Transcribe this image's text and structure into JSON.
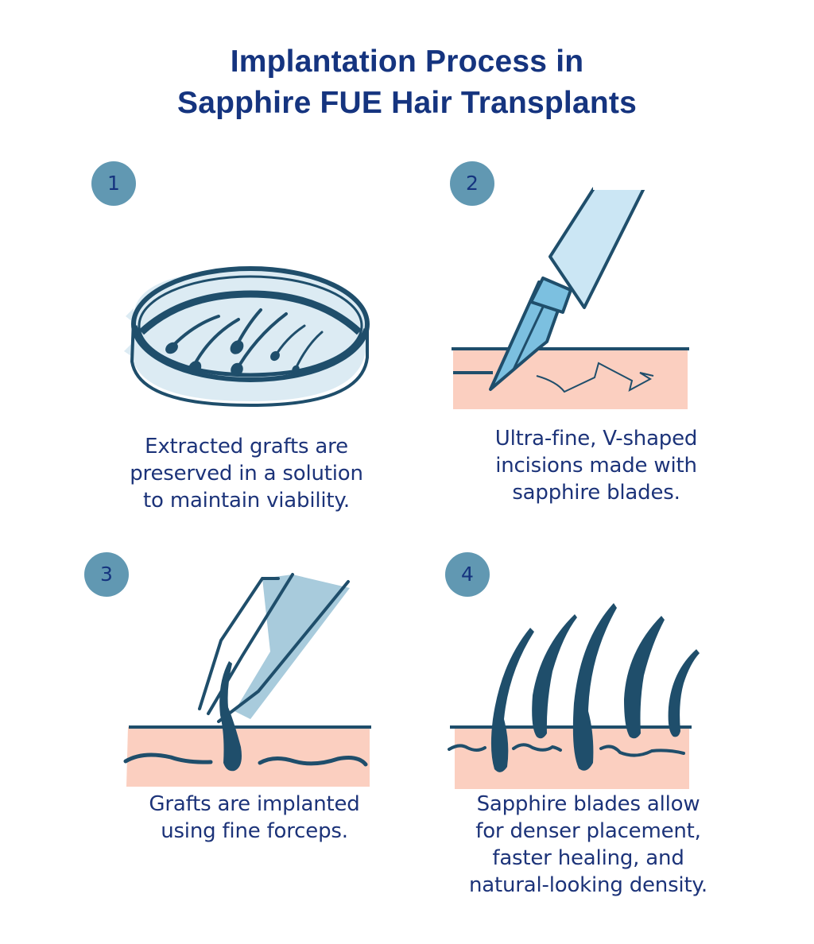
{
  "title": {
    "line1": "Implantation Process in",
    "line2": "Sapphire FUE Hair Transplants"
  },
  "colors": {
    "title": "#15347f",
    "badge_fill": "#6198b2",
    "outline": "#1f4e6b",
    "skin": "#fbcfc0",
    "light_blue": "#cbe6f4",
    "mid_blue": "#7cc0e0",
    "dish_fill": "#dcebf3",
    "forceps_fill": "#a8cbdc"
  },
  "steps": [
    {
      "number": "1",
      "illustration": "petri-dish-with-grafts",
      "caption": [
        "Extracted grafts are",
        "preserved in a solution",
        "to maintain viability."
      ]
    },
    {
      "number": "2",
      "illustration": "sapphire-blade-incision",
      "caption": [
        "Ultra-fine, V-shaped",
        "incisions made with",
        "sapphire blades."
      ]
    },
    {
      "number": "3",
      "illustration": "forceps-implanting-graft",
      "caption": [
        "Grafts are implanted",
        "using fine forceps."
      ]
    },
    {
      "number": "4",
      "illustration": "dense-hair-follicles",
      "caption": [
        "Sapphire blades allow",
        "for denser placement,",
        "faster healing, and",
        "natural-looking density."
      ]
    }
  ]
}
